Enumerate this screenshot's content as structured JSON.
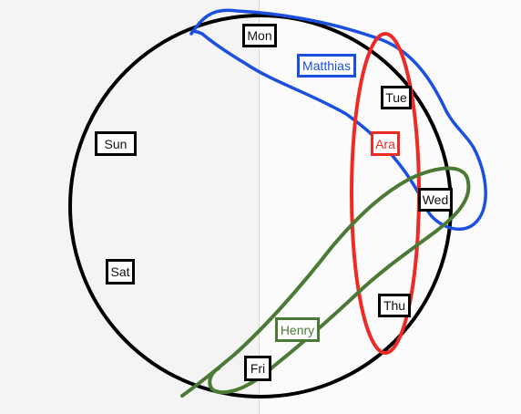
{
  "colors": {
    "day": "#000000",
    "matthias": "#1a4fe0",
    "ara": "#ee2a24",
    "henry": "#4a7a35"
  },
  "days": {
    "mon": "Mon",
    "tue": "Tue",
    "wed": "Wed",
    "thu": "Thu",
    "fri": "Fri",
    "sat": "Sat",
    "sun": "Sun"
  },
  "people": {
    "matthias": "Matthias",
    "ara": "Ara",
    "henry": "Henry"
  }
}
